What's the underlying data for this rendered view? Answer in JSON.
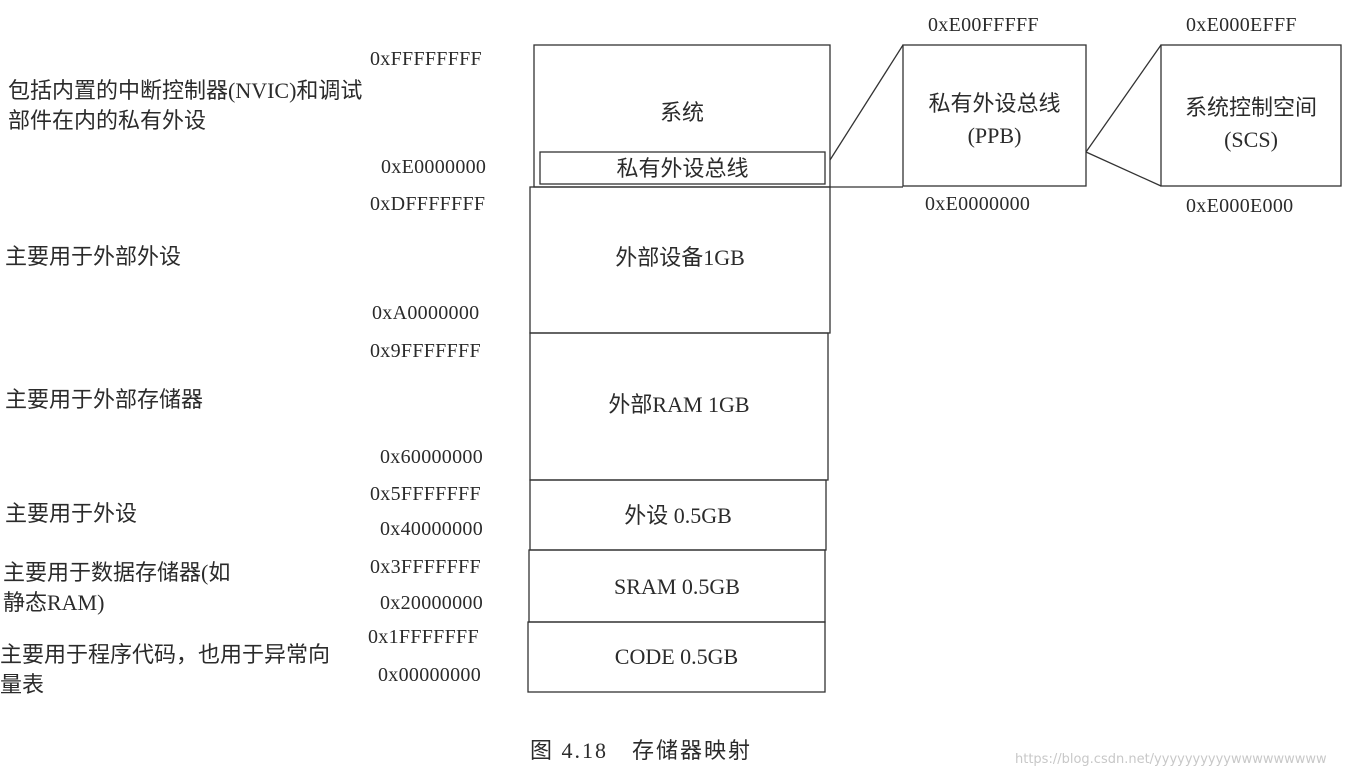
{
  "left_descriptions": {
    "system": "包括内置的中断控制器(NVIC)和调试部件在内的私有外设",
    "ext_device": "主要用于外部外设",
    "ext_ram": "主要用于外部存储器",
    "peripheral": "主要用于外设",
    "sram": "主要用于数据存储器(如静态RAM)",
    "code": "主要用于程序代码，也用于异常向量表"
  },
  "addresses": {
    "a_ffffffff": "0xFFFFFFFF",
    "a_e0000000": "0xE0000000",
    "a_dfffffff": "0xDFFFFFFF",
    "a_a0000000": "0xA0000000",
    "a_9fffffff": "0x9FFFFFFF",
    "a_60000000": "0x60000000",
    "a_5fffffff": "0x5FFFFFFF",
    "a_40000000": "0x40000000",
    "a_3fffffff": "0x3FFFFFFF",
    "a_20000000": "0x20000000",
    "a_1fffffff": "0x1FFFFFFF",
    "a_00000000": "0x00000000"
  },
  "regions": {
    "system": "系统",
    "ppb_sub": "私有外设总线",
    "ext_device": "外部设备1GB",
    "ext_ram": "外部RAM 1GB",
    "peripheral": "外设 0.5GB",
    "sram": "SRAM 0.5GB",
    "code": "CODE 0.5GB"
  },
  "ppb_box": {
    "top_addr": "0xE00FFFFF",
    "bottom_addr": "0xE0000000",
    "label_line1": "私有外设总线",
    "label_line2": "(PPB)"
  },
  "scs_box": {
    "top_addr": "0xE000EFFF",
    "bottom_addr": "0xE000E000",
    "label_line1": "系统控制空间",
    "label_line2": "(SCS)"
  },
  "caption": "图 4.18　存储器映射",
  "watermark": "https://blog.csdn.net/yyyyyyyyyywwwwwwwww"
}
